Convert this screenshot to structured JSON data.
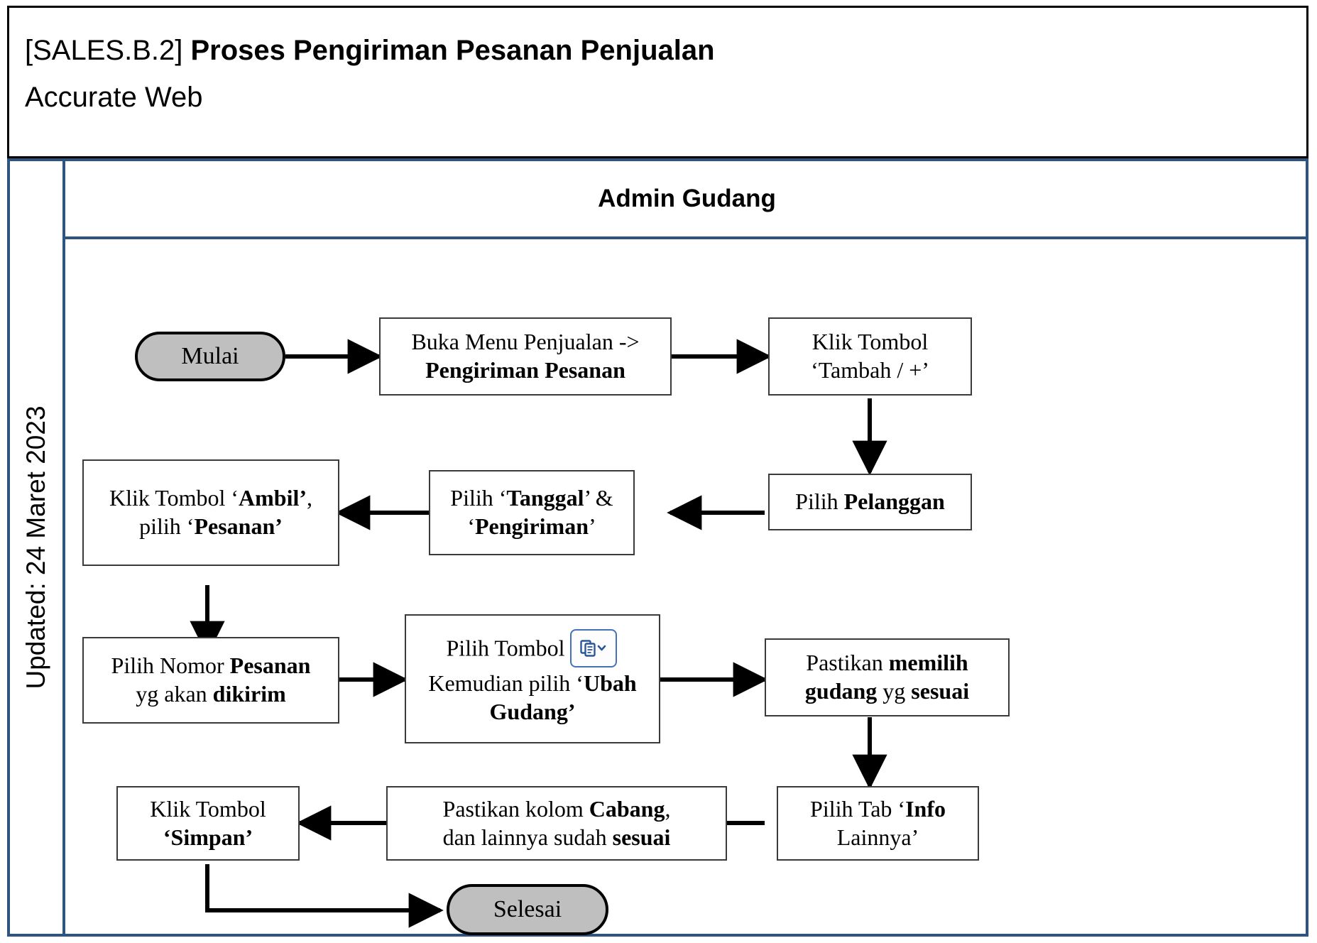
{
  "header": {
    "doc_code": "[SALES.B.2]",
    "title": "Proses Pengiriman Pesanan Penjualan",
    "subtitle": "Accurate Web"
  },
  "sidebar": {
    "updated_label": "Updated: 24 Maret 2023"
  },
  "lane": {
    "title": "Admin Gudang"
  },
  "colors": {
    "frame_blue": "#2E5481",
    "node_border": "#3A3A3A",
    "terminator_fill": "#BFBFBF",
    "icon_blue": "#4472B8",
    "icon_glyph": "#2B579A",
    "connector": "#000000"
  },
  "flow": {
    "nodes": [
      {
        "id": "start",
        "type": "terminator",
        "text": "Mulai"
      },
      {
        "id": "buka-menu",
        "type": "process",
        "text_plain": "Buka Menu Penjualan -> Pengiriman Pesanan",
        "line1": "Buka Menu Penjualan ->",
        "line2_bold": "Pengiriman Pesanan"
      },
      {
        "id": "klik-tambah",
        "type": "process",
        "text_plain": "Klik Tombol ‘Tambah / +’",
        "line1": "Klik Tombol",
        "line2": "‘Tambah / +’"
      },
      {
        "id": "pilih-pelanggan",
        "type": "process",
        "text_plain": "Pilih Pelanggan",
        "prefix": "Pilih ",
        "bold": "Pelanggan"
      },
      {
        "id": "pilih-tanggal",
        "type": "process",
        "text_plain": "Pilih ‘Tanggal’ & ‘Pengiriman’"
      },
      {
        "id": "klik-ambil",
        "type": "process",
        "text_plain": "Klik Tombol ‘Ambil’, pilih ‘Pesanan’"
      },
      {
        "id": "pilih-nomor",
        "type": "process",
        "text_plain": "Pilih Nomor Pesanan yg akan dikirim"
      },
      {
        "id": "ubah-gudang",
        "type": "process",
        "text_plain": "Pilih Tombol [copy-dropdown-icon] Kemudian pilih ‘Ubah Gudang’",
        "icon": "copy-dropdown-icon"
      },
      {
        "id": "pastikan-gudang",
        "type": "process",
        "text_plain": "Pastikan memilih gudang yg sesuai"
      },
      {
        "id": "tab-info",
        "type": "process",
        "text_plain": "Pilih Tab ‘Info Lainnya’"
      },
      {
        "id": "pastikan-cabang",
        "type": "process",
        "text_plain": "Pastikan kolom Cabang, dan lainnya sudah sesuai"
      },
      {
        "id": "klik-simpan",
        "type": "process",
        "text_plain": "Klik Tombol ‘Simpan’"
      },
      {
        "id": "end",
        "type": "terminator",
        "text": "Selesai"
      }
    ],
    "text_parts": {
      "buka_menu_l1": "Buka Menu Penjualan ->",
      "buka_menu_l2": "Pengiriman Pesanan",
      "klik_tambah_l1": "Klik Tombol",
      "klik_tambah_l2": "‘Tambah / +’",
      "pilih_pelanggan_pre": "Pilih ",
      "pilih_pelanggan_bold": "Pelanggan",
      "tanggal_l1_pre": "Pilih ‘",
      "tanggal_l1_bold": "Tanggal",
      "tanggal_l1_post": "’ &",
      "tanggal_l2_pre": "‘",
      "tanggal_l2_bold": "Pengiriman",
      "tanggal_l2_post": "’",
      "ambil_l1_pre": "Klik Tombol ‘",
      "ambil_l1_bold": "Ambil’",
      "ambil_l1_post": ",",
      "ambil_l2_pre": "pilih ‘",
      "ambil_l2_bold": "Pesanan’",
      "nomor_l1_pre": "Pilih Nomor ",
      "nomor_l1_bold": "Pesanan",
      "nomor_l2_pre": "yg akan ",
      "nomor_l2_bold": "dikirim",
      "gudang_l1": "Pilih Tombol",
      "gudang_l2_pre": "Kemudian pilih ‘",
      "gudang_l2_bold": "Ubah",
      "gudang_l3_bold": "Gudang’",
      "pastikan_l1_pre": "Pastikan ",
      "pastikan_l1_bold": "memilih",
      "pastikan_l2_bold1": "gudang",
      "pastikan_l2_mid": " yg ",
      "pastikan_l2_bold2": "sesuai",
      "tab_l1_pre": "Pilih Tab ‘",
      "tab_l1_bold": "Info",
      "tab_l2": "Lainnya’",
      "cabang_l1_pre": "Pastikan kolom ",
      "cabang_l1_bold": "Cabang",
      "cabang_l1_post": ",",
      "cabang_l2_pre": "dan lainnya sudah ",
      "cabang_l2_bold": "sesuai",
      "simpan_l1": "Klik Tombol",
      "simpan_l2_bold": "‘Simpan’",
      "start_text": "Mulai",
      "end_text": "Selesai"
    },
    "edges": [
      {
        "from": "start",
        "to": "buka-menu",
        "dir": "right"
      },
      {
        "from": "buka-menu",
        "to": "klik-tambah",
        "dir": "right"
      },
      {
        "from": "klik-tambah",
        "to": "pilih-pelanggan",
        "dir": "down"
      },
      {
        "from": "pilih-pelanggan",
        "to": "pilih-tanggal",
        "dir": "left"
      },
      {
        "from": "pilih-tanggal",
        "to": "klik-ambil",
        "dir": "left"
      },
      {
        "from": "klik-ambil",
        "to": "pilih-nomor",
        "dir": "down"
      },
      {
        "from": "pilih-nomor",
        "to": "ubah-gudang",
        "dir": "right"
      },
      {
        "from": "ubah-gudang",
        "to": "pastikan-gudang",
        "dir": "right"
      },
      {
        "from": "pastikan-gudang",
        "to": "tab-info",
        "dir": "down"
      },
      {
        "from": "tab-info",
        "to": "pastikan-cabang",
        "dir": "left"
      },
      {
        "from": "pastikan-cabang",
        "to": "klik-simpan",
        "dir": "left"
      },
      {
        "from": "klik-simpan",
        "to": "end",
        "dir": "down-right"
      }
    ]
  }
}
